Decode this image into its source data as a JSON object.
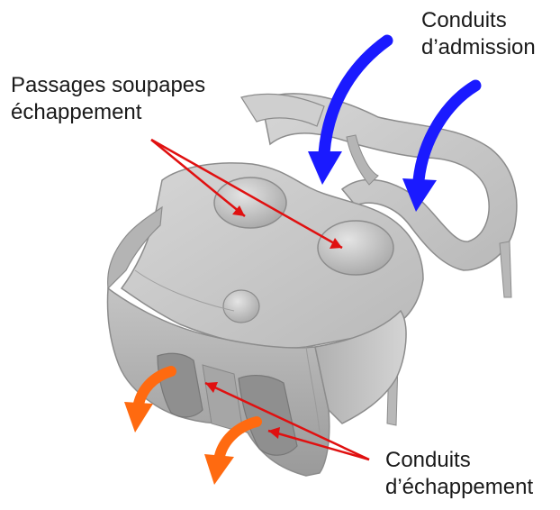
{
  "labels": {
    "intake_line1": "Conduits",
    "intake_line2": "d’admission",
    "exhaust_valves_line1": "Passages soupapes",
    "exhaust_valves_line2": "échappement",
    "exhaust_ducts_line1": "Conduits",
    "exhaust_ducts_line2": "d’échappement"
  },
  "colors": {
    "intake_arrow": "#1a1aff",
    "exhaust_arrow": "#ff6a10",
    "pointer_line": "#e01010",
    "part_fill": "#c9c9c9"
  }
}
